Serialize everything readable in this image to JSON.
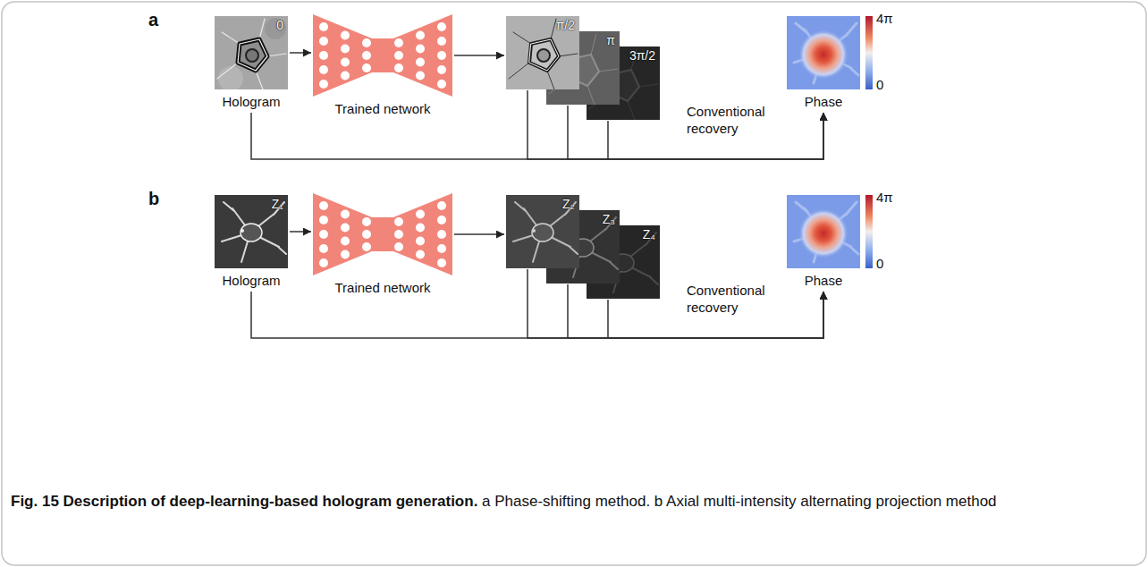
{
  "diagram": {
    "caption": "Fig. 15 Description of deep-learning-based hologram generation. a Phase-shifting method. b Axial multi-intensity alternating projection method",
    "nodes": [
      {
        "text": [
          "0",
          "Hologram"
        ]
      },
      {
        "text": [
          "Trained network"
        ]
      },
      {
        "text": [
          "π/2"
        ]
      },
      {
        "text": [
          "π"
        ]
      },
      {
        "text": [
          "3π/2"
        ]
      },
      {
        "text": [
          "Phase"
        ]
      },
      {
        "text": [
          "Z₁",
          "Hologram"
        ]
      },
      {
        "text": [
          "Trained network"
        ]
      },
      {
        "text": [
          "Z₂"
        ]
      },
      {
        "text": [
          "Z₃"
        ]
      },
      {
        "text": [
          "Z₄"
        ]
      },
      {
        "text": [
          "Phase"
        ]
      }
    ],
    "edges": [
      {
        "from": 0,
        "to": 1,
        "arrow": "to"
      },
      {
        "from": 1,
        "to": 2,
        "arrow": "to"
      },
      {
        "from": 0,
        "to": 5,
        "arrow": "to"
      },
      {
        "from": 2,
        "to": 5,
        "arrow": "to"
      },
      {
        "from": 3,
        "to": 5,
        "arrow": "to"
      },
      {
        "from": 4,
        "to": 5,
        "arrow": "to"
      },
      {
        "from": 6,
        "to": 7,
        "arrow": "to"
      },
      {
        "from": 7,
        "to": 8,
        "arrow": "to"
      },
      {
        "from": 6,
        "to": 11,
        "arrow": "to"
      },
      {
        "from": 8,
        "to": 11,
        "arrow": "to"
      },
      {
        "from": 9,
        "to": 11,
        "arrow": "to"
      },
      {
        "from": 10,
        "to": 11,
        "arrow": "to"
      }
    ],
    "labels": [
      "a",
      "4π",
      "0",
      "Conventional recovery",
      "b",
      "4π",
      "0",
      "Conventional recovery"
    ]
  }
}
